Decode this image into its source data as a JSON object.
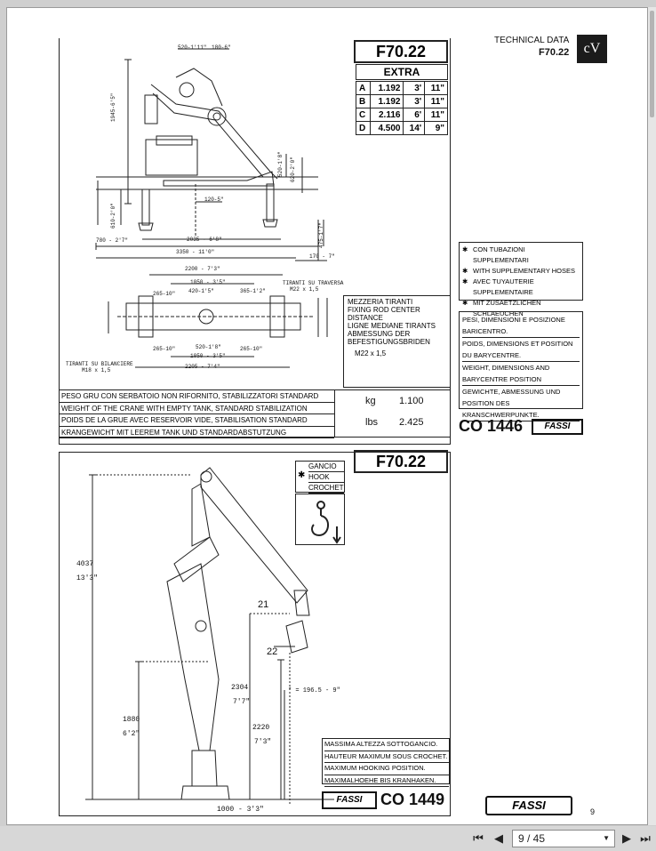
{
  "header": {
    "technical_data": "TECHNICAL DATA",
    "model": "F70.22",
    "logo_text": "cV"
  },
  "top_panel": {
    "model": "F70.22",
    "extra": {
      "title": "EXTRA",
      "rows": [
        {
          "k": "A",
          "mm": "1.192",
          "ft": "3'",
          "in": "11\""
        },
        {
          "k": "B",
          "mm": "1.192",
          "ft": "3'",
          "in": "11\""
        },
        {
          "k": "C",
          "mm": "2.116",
          "ft": "6'",
          "in": "11\""
        },
        {
          "k": "D",
          "mm": "4.500",
          "ft": "14'",
          "in": "9\""
        }
      ]
    },
    "dims": {
      "d520": "520-1'11\"",
      "d180": "180-6\"",
      "d1945": "1945-6'5\"",
      "d520b": "520-1'8\"",
      "d620": "620-2'0\"",
      "d610": "610-2'0\"",
      "d120": "120-5\"",
      "d780": "780 - 2'7\"",
      "d2035": "2035 - 6'8\"",
      "d3350": "3350 - 11'0\"",
      "d170": "170 - 7\"",
      "d475": "475-1'7\"",
      "d2200": "2200 - 7'3\"",
      "d1050": "1050 - 3'5\"",
      "d420": "420-1'5\"",
      "d265a": "265-10\"",
      "d365": "365-1'2\"",
      "d1050b": "1050 - 3'5\"",
      "d2205": "2205 - 7'4\"",
      "d265b": "265-10\"",
      "d520c": "520-1'8\"",
      "d265c": "265-10\"",
      "tiranti_traversa": "TIRANTI SU TRAVERSA",
      "m22": "M22 x 1,5",
      "tiranti_bilanciere": "TIRANTI SU BILANCIERE",
      "m18": "M18 x 1,5"
    },
    "legend": [
      "MEZZERIA TIRANTI",
      "FIXING ROD CENTER DISTANCE",
      "LIGNE MEDIANE TIRANTS",
      "ABMESSUNG DER BEFESTIGUNGSBRIDEN"
    ],
    "legend_thread": "M22 x 1,5",
    "weight_lines": [
      "PESO GRU CON SERBATOIO NON RIFORNITO, STABILIZZATORI STANDARD",
      "WEIGHT OF THE CRANE WITH EMPTY TANK, STANDARD STABILIZATION",
      "POIDS DE LA GRUE AVEC RESERVOIR VIDE, STABILISATION STANDARD",
      "KRANGEWICHT MIT LEEREM TANK UND STANDARDABSTUTZUNG"
    ],
    "weight_kg_unit": "kg",
    "weight_kg": "1.100",
    "weight_lbs_unit": "lbs",
    "weight_lbs": "2.425"
  },
  "side_notes": {
    "hoses": [
      "CON TUBAZIONI SUPPLEMENTARI",
      "WITH SUPPLEMENTARY HOSES",
      "AVEC TUYAUTERIE SUPPLEMENTAIRE",
      "MIT ZUSAETZLICHEN SCHLAEUCHEN"
    ],
    "weights": [
      "PESI, DIMENSIONI E POSIZIONE BARICENTRO.",
      "POIDS, DIMENSIONS ET POSITION DU BARYCENTRE.",
      "WEIGHT, DIMENSIONS AND BARYCENTRE POSITION",
      "GEWICHTE, ABMESSUNG UND POSITION DES KRANSCHWERPUNKTE."
    ],
    "code": "CO 1446",
    "brand": "FASSI"
  },
  "bottom_panel": {
    "model": "F70.22",
    "hook_labels": [
      "GANCIO",
      "HOOK",
      "CROCHET"
    ],
    "d4037": "4037",
    "d4037ft": "13'3\"",
    "d1880": "1880",
    "d1880ft": "6'2\"",
    "d2304": "2304",
    "d2304ft": "7'7\"",
    "d2220": "2220",
    "d2220ft": "7'3\"",
    "d196": "* = 196.5 - 9\"",
    "d1000": "1000 - 3'3\"",
    "label21": "21",
    "label22": "22",
    "hook_height": [
      "MASSIMA ALTEZZA SOTTOGANCIO.",
      "HAUTEUR MAXIMUM SOUS CROCHET.",
      "MAXIMUM HOOKING POSITION.",
      "MAXIMALHOEHE BIS KRANHAKEN."
    ],
    "brand": "FASSI",
    "code": "CO 1449",
    "page_mark": "9"
  },
  "toolbar": {
    "page_value": "9 / 45"
  }
}
